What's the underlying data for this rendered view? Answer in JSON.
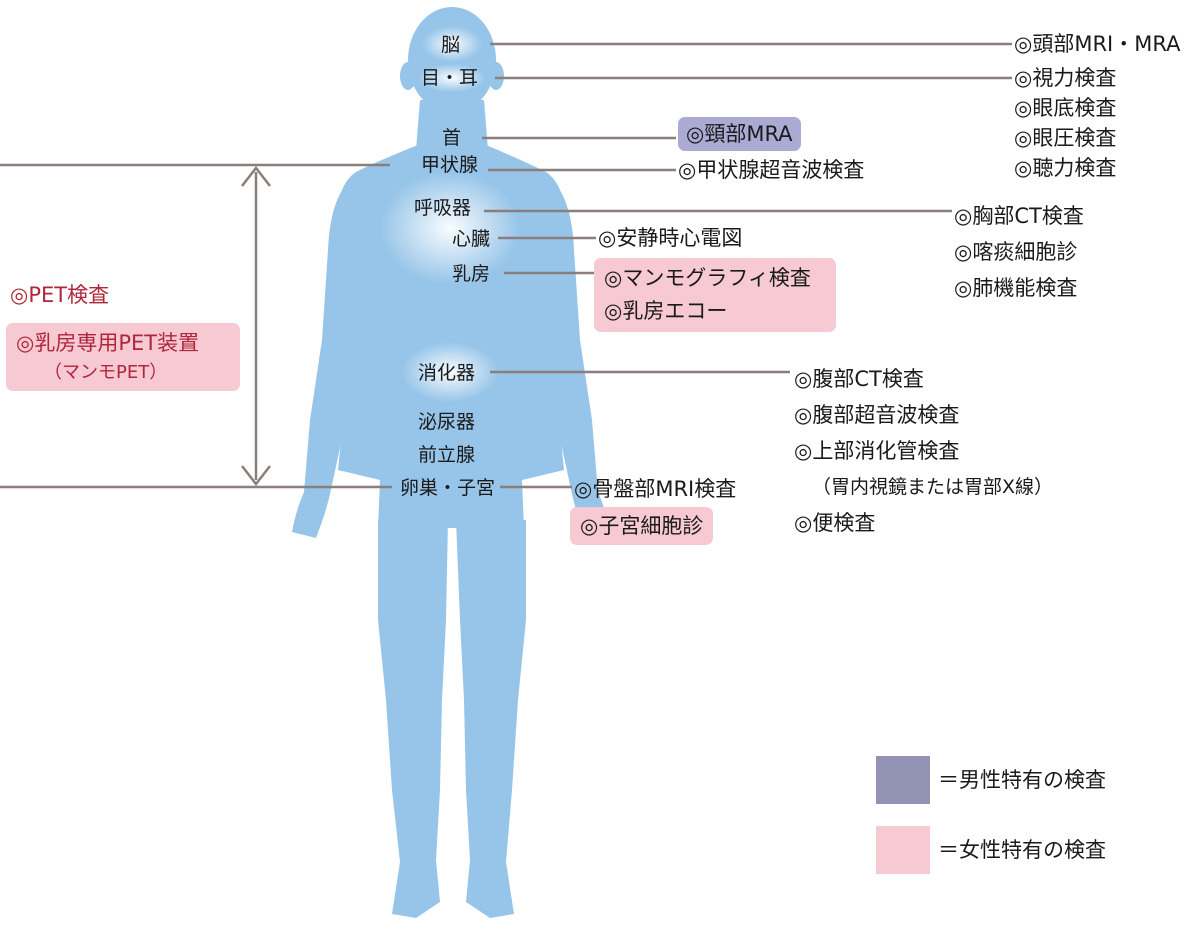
{
  "body_parts": {
    "brain": "脳",
    "eye_ear": "目・耳",
    "neck": "首",
    "thyroid": "甲状腺",
    "respiratory": "呼吸器",
    "heart": "心臓",
    "breast": "乳房",
    "digestive": "消化器",
    "urinary": "泌尿器",
    "prostate": "前立腺",
    "ovary_uterus": "卵巣・子宮"
  },
  "exams": {
    "head": [
      "◎頭部MRI・MRA"
    ],
    "vision": [
      "◎視力検査",
      "◎眼底検査",
      "◎眼圧検査",
      "◎聴力検査"
    ],
    "neck_male": "◎頸部MRA",
    "thyroid": "◎甲状腺超音波検査",
    "chest": [
      "◎胸部CT検査",
      "◎喀痰細胞診",
      "◎肺機能検査"
    ],
    "heart": "◎安静時心電図",
    "breast_female": [
      "◎マンモグラフィ検査",
      "◎乳房エコー"
    ],
    "digestive": [
      "◎腹部CT検査",
      "◎腹部超音波検査",
      "◎上部消化管検査",
      "（胃内視鏡または胃部X線）",
      "◎便検査"
    ],
    "pelvis": "◎骨盤部MRI検査",
    "uterus_female": "◎子宮細胞診",
    "pet": "◎PET検査",
    "breast_pet_female": [
      "◎乳房専用PET装置",
      "（マンモPET）"
    ]
  },
  "legend": {
    "male": "＝男性特有の検査",
    "female": "＝女性特有の検査"
  },
  "colors": {
    "body": "#97c5e9",
    "highlight": "#ffffff",
    "line": "#8a7f7a",
    "male": "#aaaad3",
    "female": "#f6c9d3",
    "legend_male": "#9393b6",
    "legend_female": "#f6c9d3",
    "pet_text": "#b0263a"
  }
}
